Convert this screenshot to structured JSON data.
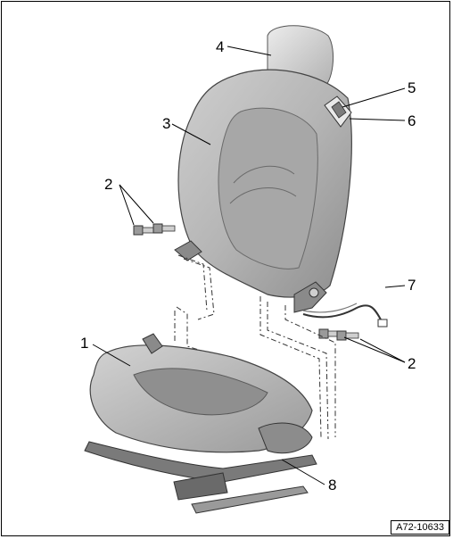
{
  "callouts": {
    "c1": "1",
    "c2a": "2",
    "c2b": "2",
    "c3": "3",
    "c4": "4",
    "c5": "5",
    "c6": "6",
    "c7": "7",
    "c8": "8"
  },
  "figure_id": "A72-10633"
}
